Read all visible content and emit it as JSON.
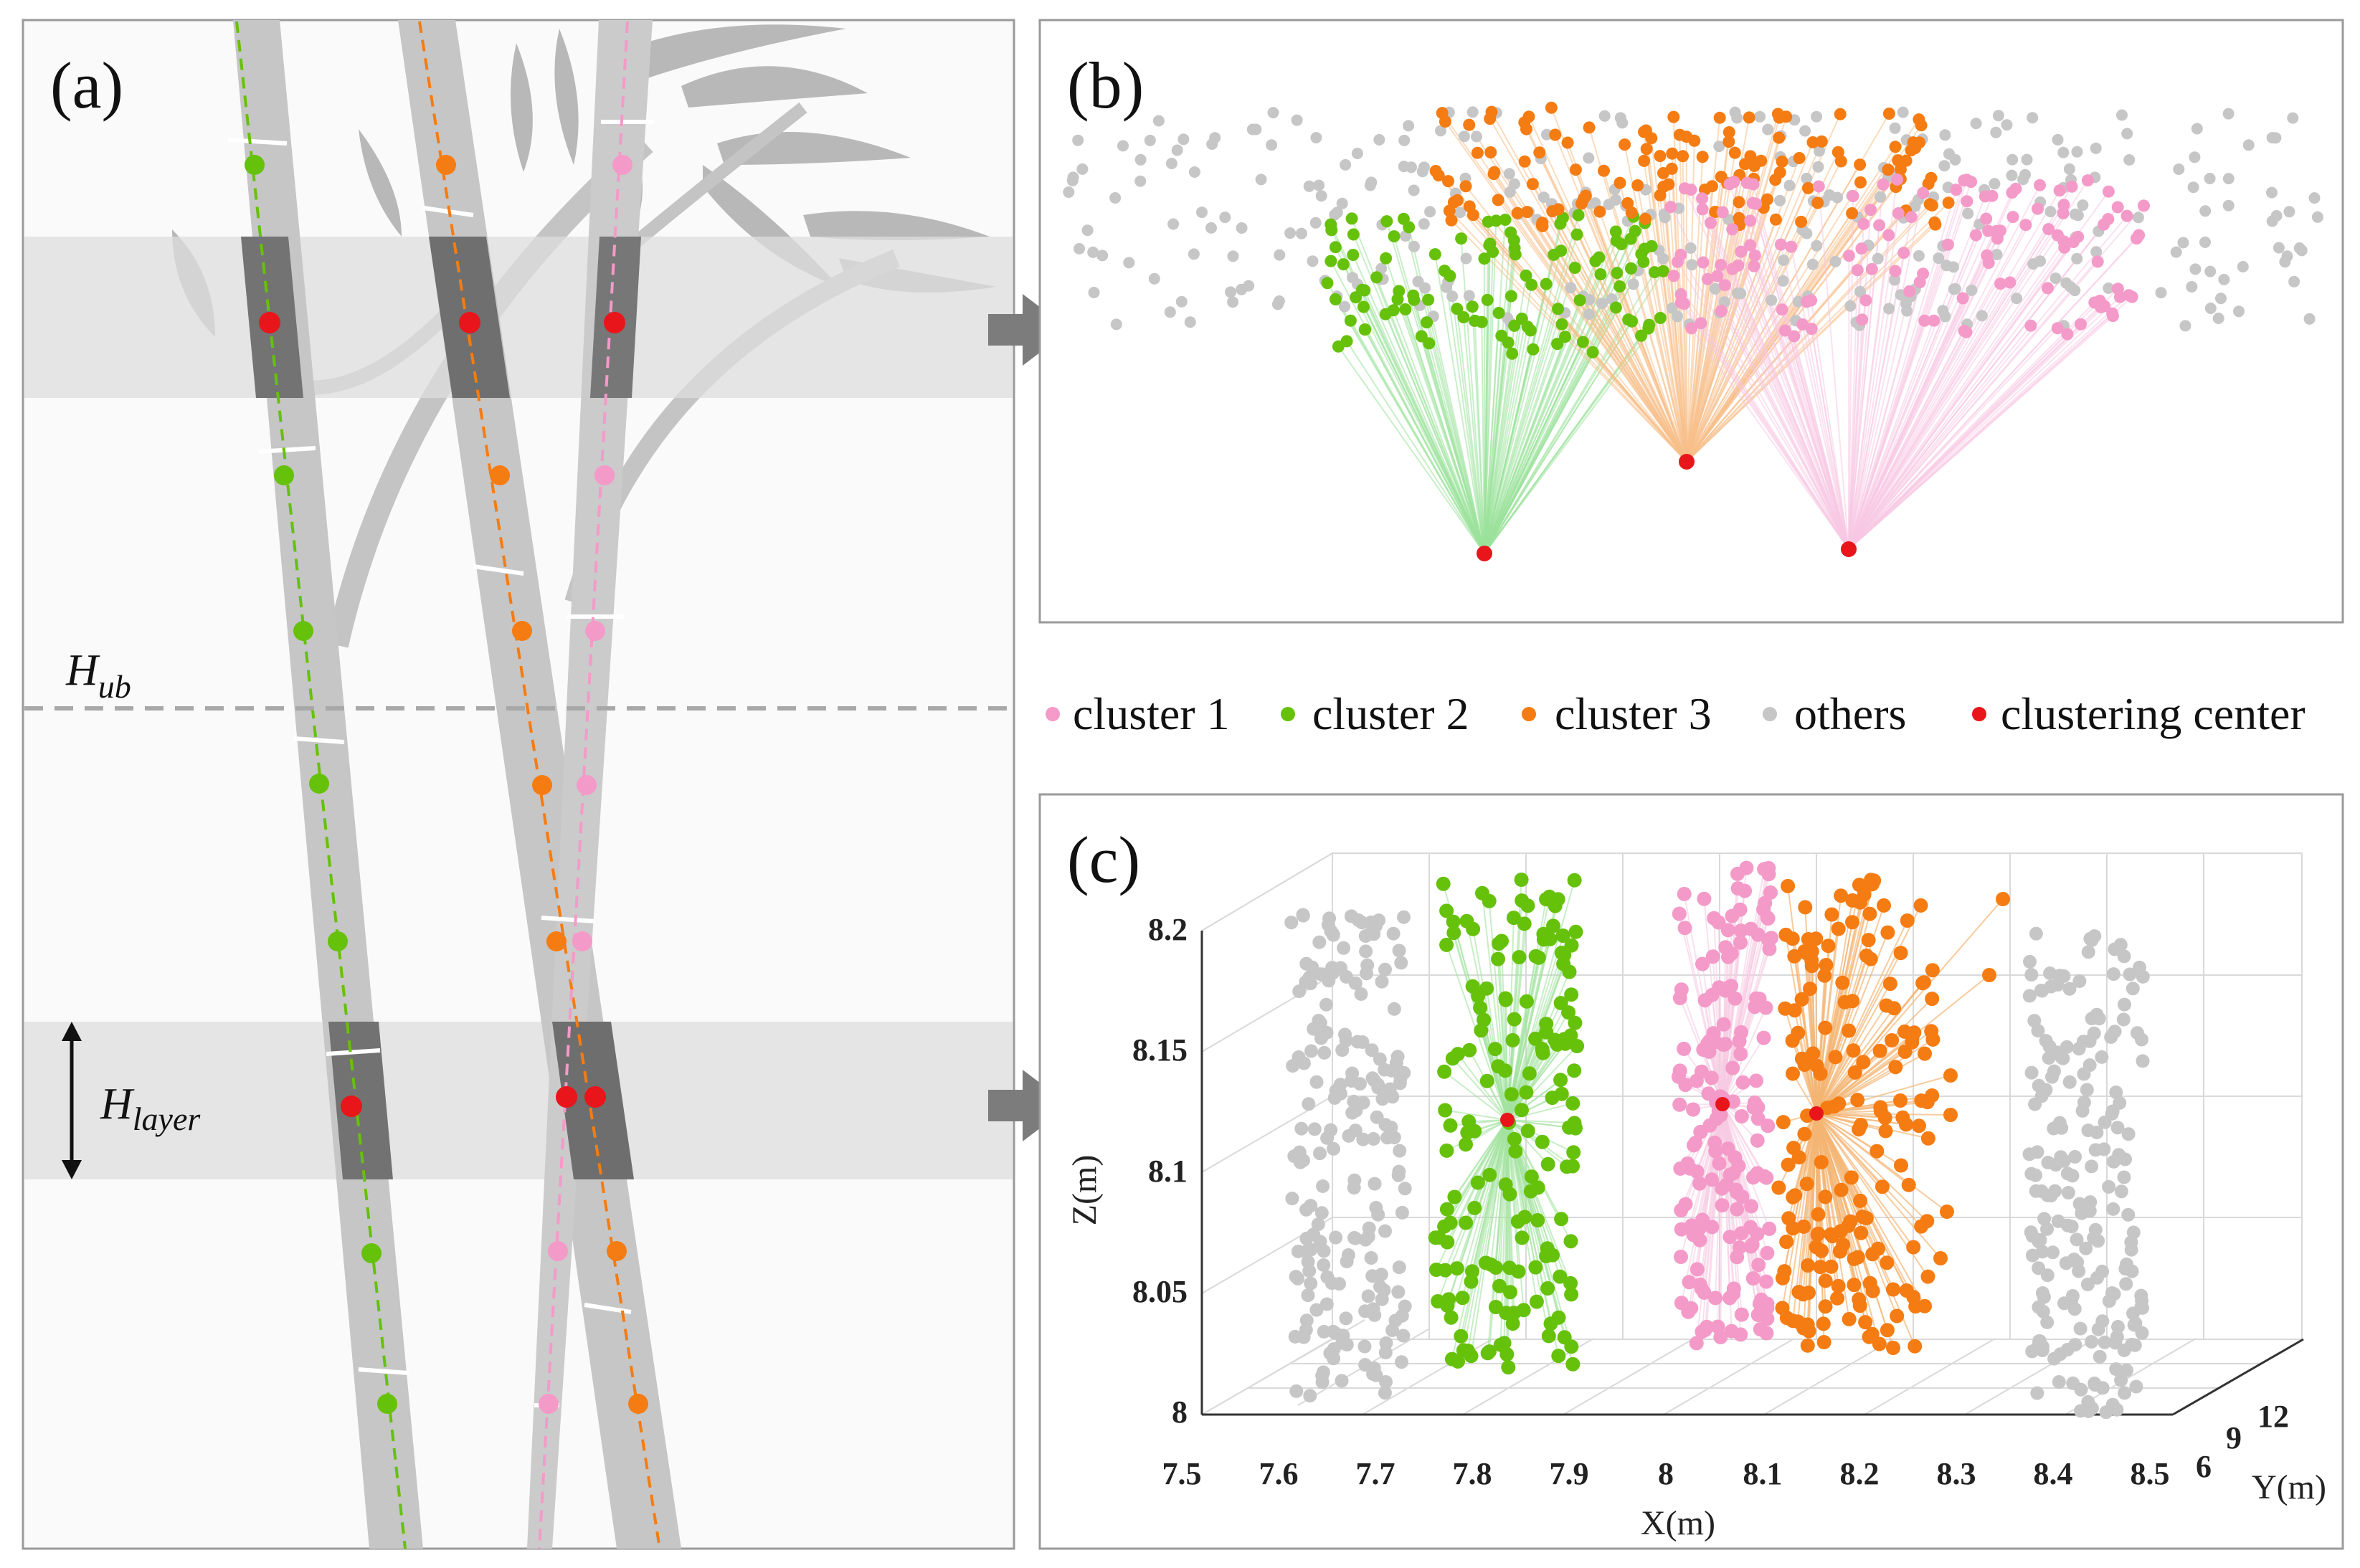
{
  "panels": {
    "a": {
      "label": "(a)"
    },
    "b": {
      "label": "(b)"
    },
    "c": {
      "label": "(c)"
    }
  },
  "annotations": {
    "h_ub_main": "H",
    "h_ub_sub": "ub",
    "h_layer_main": "H",
    "h_layer_sub": "layer"
  },
  "legend": [
    {
      "label": "cluster 1",
      "color": "#f49ac8"
    },
    {
      "label": "cluster 2",
      "color": "#66c10a"
    },
    {
      "label": "cluster 3",
      "color": "#f57c12"
    },
    {
      "label": "others",
      "color": "#c6c6c6"
    },
    {
      "label": "clustering center",
      "color": "#e8151b"
    }
  ],
  "colors": {
    "cluster1": "#f49ac8",
    "cluster2": "#66c10a",
    "cluster3": "#f57c12",
    "others": "#c6c6c6",
    "center": "#e8151b",
    "band": "#e6e6e6",
    "stem": "#c9c9c9",
    "stem_dark": "#7a7a7a",
    "frame": "#9a9a9a"
  },
  "axes_c": {
    "x_label": "X(m)",
    "y_label": "Y(m)",
    "z_label": "Z(m)",
    "x_ticks": [
      "7.5",
      "7.6",
      "7.7",
      "7.8",
      "7.9",
      "8",
      "8.1",
      "8.2",
      "8.3",
      "8.4",
      "8.5"
    ],
    "y_ticks": [
      "6",
      "9",
      "12"
    ],
    "z_ticks": [
      "8",
      "8.05",
      "8.1",
      "8.15",
      "8.2"
    ]
  },
  "icons": {
    "arrow_top": "right-arrow-icon",
    "arrow_bottom": "right-arrow-icon",
    "double_arrow": "vertical-double-arrow-icon"
  }
}
